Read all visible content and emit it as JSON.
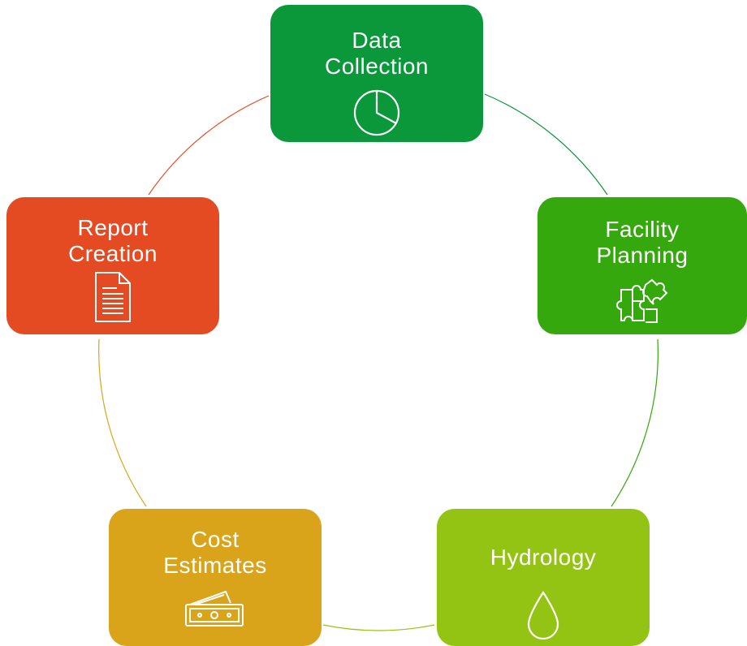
{
  "diagram": {
    "type": "cycle",
    "steps": [
      {
        "id": "data",
        "label_line1": "Data",
        "label_line2": "Collection",
        "icon": "pie-chart-icon",
        "color": "#0A983A"
      },
      {
        "id": "facility",
        "label_line1": "Facility",
        "label_line2": "Planning",
        "icon": "puzzle-icon",
        "color": "#35A80E"
      },
      {
        "id": "hydro",
        "label_line1": "Hydrology",
        "label_line2": "",
        "icon": "water-drop-icon",
        "color": "#93C413"
      },
      {
        "id": "cost",
        "label_line1": "Cost",
        "label_line2": "Estimates",
        "icon": "money-icon",
        "color": "#DAA41A"
      },
      {
        "id": "report",
        "label_line1": "Report",
        "label_line2": "Creation",
        "icon": "document-icon",
        "color": "#E54B23"
      }
    ],
    "connector_colors": [
      "#0A983A",
      "#35A80E",
      "#93C413",
      "#DAA41A",
      "#E54B23"
    ]
  }
}
